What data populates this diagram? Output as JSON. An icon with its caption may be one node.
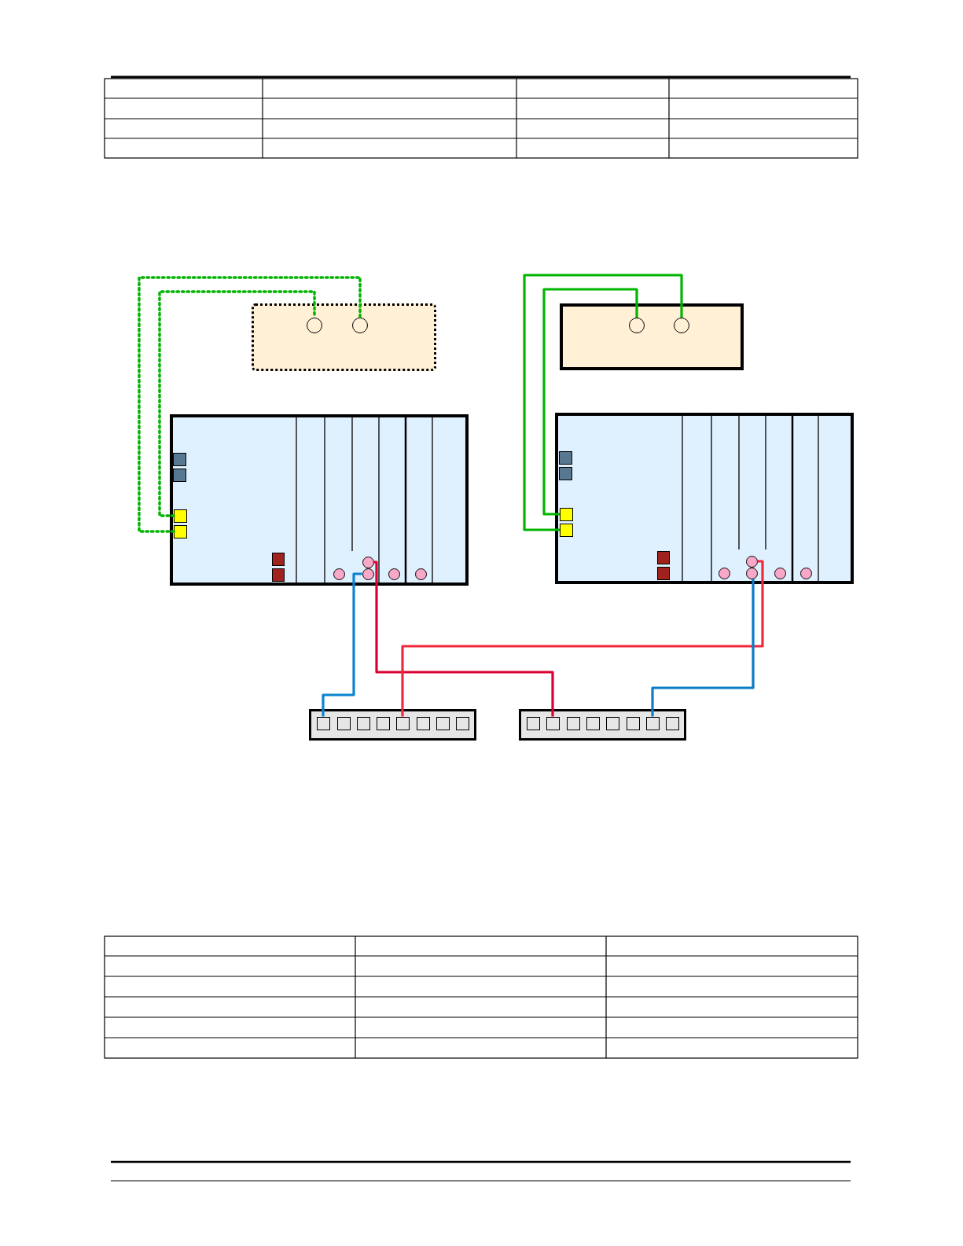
{
  "diagram": {
    "nodes": [
      {
        "text": [],
        "shape": "box"
      },
      {
        "text": [],
        "shape": "circle",
        "in": 0
      },
      {
        "text": [],
        "shape": "circle",
        "in": 0
      },
      {
        "text": [],
        "shape": "box"
      },
      {
        "text": [],
        "shape": "circle",
        "in": 3
      },
      {
        "text": [],
        "shape": "circle",
        "in": 3
      },
      {
        "text": [],
        "shape": "box"
      },
      {
        "text": [],
        "shape": "box",
        "in": 6
      },
      {
        "text": [],
        "shape": "box",
        "in": 6
      },
      {
        "text": [],
        "shape": "box",
        "in": 6
      },
      {
        "text": [],
        "shape": "box",
        "in": 6
      },
      {
        "text": [],
        "shape": "box",
        "in": 6
      },
      {
        "text": [],
        "shape": "box",
        "in": 6
      },
      {
        "text": [],
        "shape": "circle",
        "in": 6
      },
      {
        "text": [],
        "shape": "circle",
        "in": 6
      },
      {
        "text": [],
        "shape": "circle",
        "in": 6
      },
      {
        "text": [],
        "shape": "circle",
        "in": 6
      },
      {
        "text": [],
        "shape": "circle",
        "in": 6
      },
      {
        "text": [],
        "shape": "box"
      },
      {
        "text": [],
        "shape": "box",
        "in": 18
      },
      {
        "text": [],
        "shape": "box",
        "in": 18
      },
      {
        "text": [],
        "shape": "box",
        "in": 18
      },
      {
        "text": [],
        "shape": "box",
        "in": 18
      },
      {
        "text": [],
        "shape": "box",
        "in": 18
      },
      {
        "text": [],
        "shape": "box",
        "in": 18
      },
      {
        "text": [],
        "shape": "circle",
        "in": 18
      },
      {
        "text": [],
        "shape": "circle",
        "in": 18
      },
      {
        "text": [],
        "shape": "circle",
        "in": 18
      },
      {
        "text": [],
        "shape": "circle",
        "in": 18
      },
      {
        "text": [],
        "shape": "circle",
        "in": 18
      },
      {
        "text": [],
        "shape": "box"
      },
      {
        "text": [],
        "shape": "box",
        "in": 30
      },
      {
        "text": [],
        "shape": "box",
        "in": 30
      },
      {
        "text": [],
        "shape": "box",
        "in": 30
      },
      {
        "text": [],
        "shape": "box",
        "in": 30
      },
      {
        "text": [],
        "shape": "box",
        "in": 30
      },
      {
        "text": [],
        "shape": "box",
        "in": 30
      },
      {
        "text": [],
        "shape": "box",
        "in": 30
      },
      {
        "text": [],
        "shape": "box",
        "in": 30
      },
      {
        "text": [],
        "shape": "box"
      },
      {
        "text": [],
        "shape": "box",
        "in": 39
      },
      {
        "text": [],
        "shape": "box",
        "in": 39
      },
      {
        "text": [],
        "shape": "box",
        "in": 39
      },
      {
        "text": [],
        "shape": "box",
        "in": 39
      },
      {
        "text": [],
        "shape": "box",
        "in": 39
      },
      {
        "text": [],
        "shape": "box",
        "in": 39
      },
      {
        "text": [],
        "shape": "box",
        "in": 39
      },
      {
        "text": [],
        "shape": "box",
        "in": 39
      }
    ],
    "edges": [
      {
        "from": 10,
        "to": 2,
        "arrow": "none",
        "style": "dashed",
        "color": "#00b400"
      },
      {
        "from": 9,
        "to": 1,
        "arrow": "none",
        "style": "dashed",
        "color": "#00b400"
      },
      {
        "from": 22,
        "to": 5,
        "arrow": "none",
        "color": "#00b400"
      },
      {
        "from": 21,
        "to": 4,
        "arrow": "none",
        "color": "#00b400"
      },
      {
        "from": 15,
        "to": 31,
        "arrow": "none",
        "color": "#0a84d0"
      },
      {
        "from": 14,
        "to": 41,
        "arrow": "none",
        "color": "#dc0030"
      },
      {
        "from": 26,
        "to": 35,
        "arrow": "none",
        "color": "#f0283c"
      },
      {
        "from": 27,
        "to": 46,
        "arrow": "none",
        "color": "#0a7cc8"
      }
    ]
  }
}
